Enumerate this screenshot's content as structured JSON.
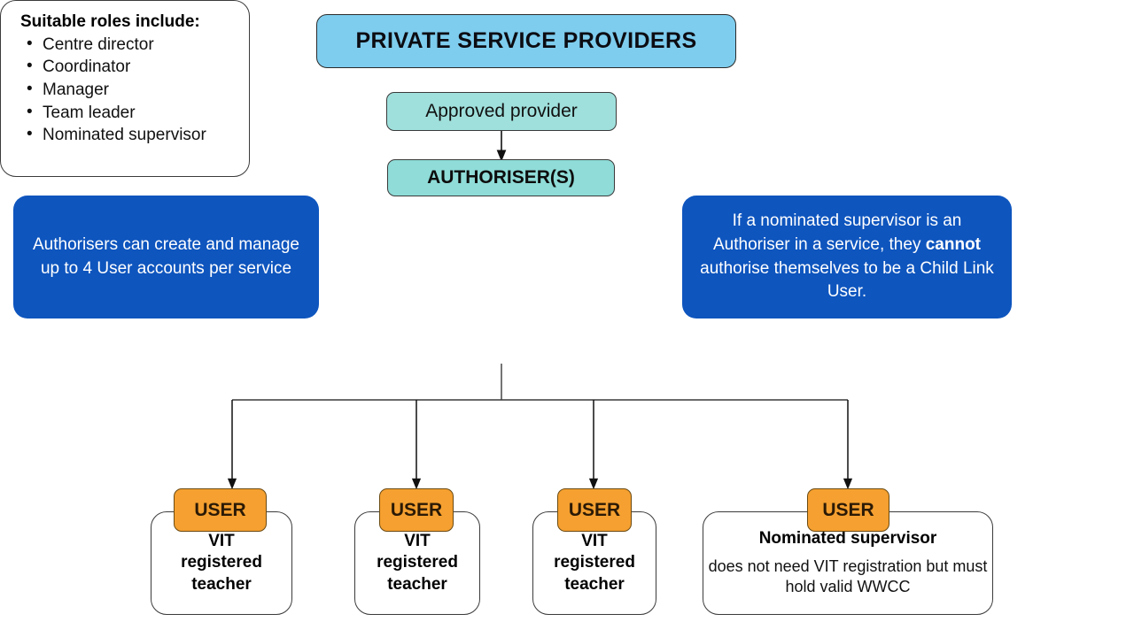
{
  "title": {
    "text": "PRIVATE SERVICE PROVIDERS",
    "fill": "#7ECDEE"
  },
  "approved_provider": {
    "label": "Approved provider",
    "fill": "#9FE0DC"
  },
  "authoriser": {
    "label": "AUTHORISER(S)",
    "fill": "#8FDCD8",
    "roles_heading": "Suitable roles include:",
    "roles": [
      "Centre director",
      "Coordinator",
      "Manager",
      "Team leader",
      "Nominated supervisor"
    ],
    "bullet_glyph": "•"
  },
  "callouts": {
    "fill": "#0E55BE",
    "left": {
      "text": "Authorisers can create and manage up to 4 User accounts per service"
    },
    "right": {
      "before": "If a nominated supervisor is an Authoriser in a service, they ",
      "emphasis": "cannot",
      "after": " authorise themselves to be a Child Link User."
    }
  },
  "users": {
    "chip_label": "USER",
    "chip_fill": "#F5A030",
    "cards": [
      {
        "title": "VIT\nregistered\nteacher",
        "subtitle": ""
      },
      {
        "title": "VIT\nregistered\nteacher",
        "subtitle": ""
      },
      {
        "title": "VIT\nregistered\nteacher",
        "subtitle": ""
      },
      {
        "title": "Nominated supervisor",
        "subtitle": "does not need VIT registration but must hold valid WWCC"
      }
    ]
  }
}
